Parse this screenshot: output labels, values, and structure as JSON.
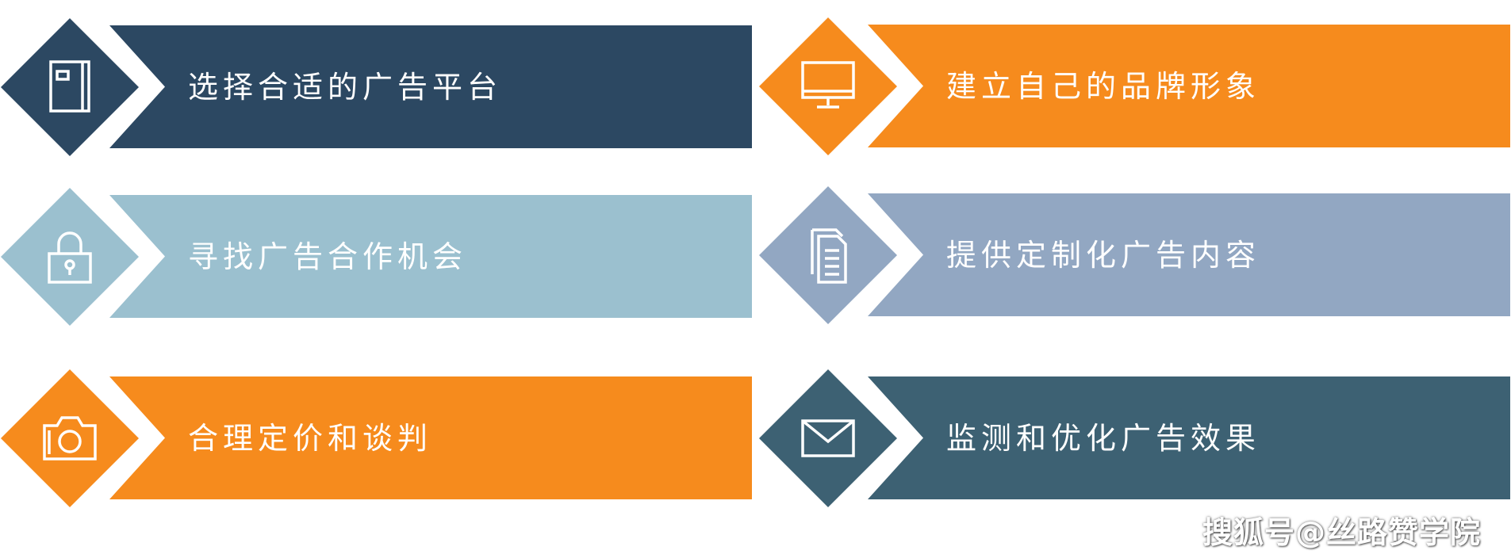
{
  "items": [
    {
      "label": "选择合适的广告平台",
      "color": "#2c4862",
      "icon": "book-icon"
    },
    {
      "label": "建立自己的品牌形象",
      "color": "#f68b1d",
      "icon": "monitor-icon"
    },
    {
      "label": "寻找广告合作机会",
      "color": "#9bc0cf",
      "icon": "lock-icon"
    },
    {
      "label": "提供定制化广告内容",
      "color": "#92a7c2",
      "icon": "documents-icon"
    },
    {
      "label": "合理定价和谈判",
      "color": "#f68b1d",
      "icon": "camera-icon"
    },
    {
      "label": "监测和优化广告效果",
      "color": "#3d6173",
      "icon": "envelope-icon"
    }
  ],
  "watermark": "搜狐号@丝路赞学院"
}
